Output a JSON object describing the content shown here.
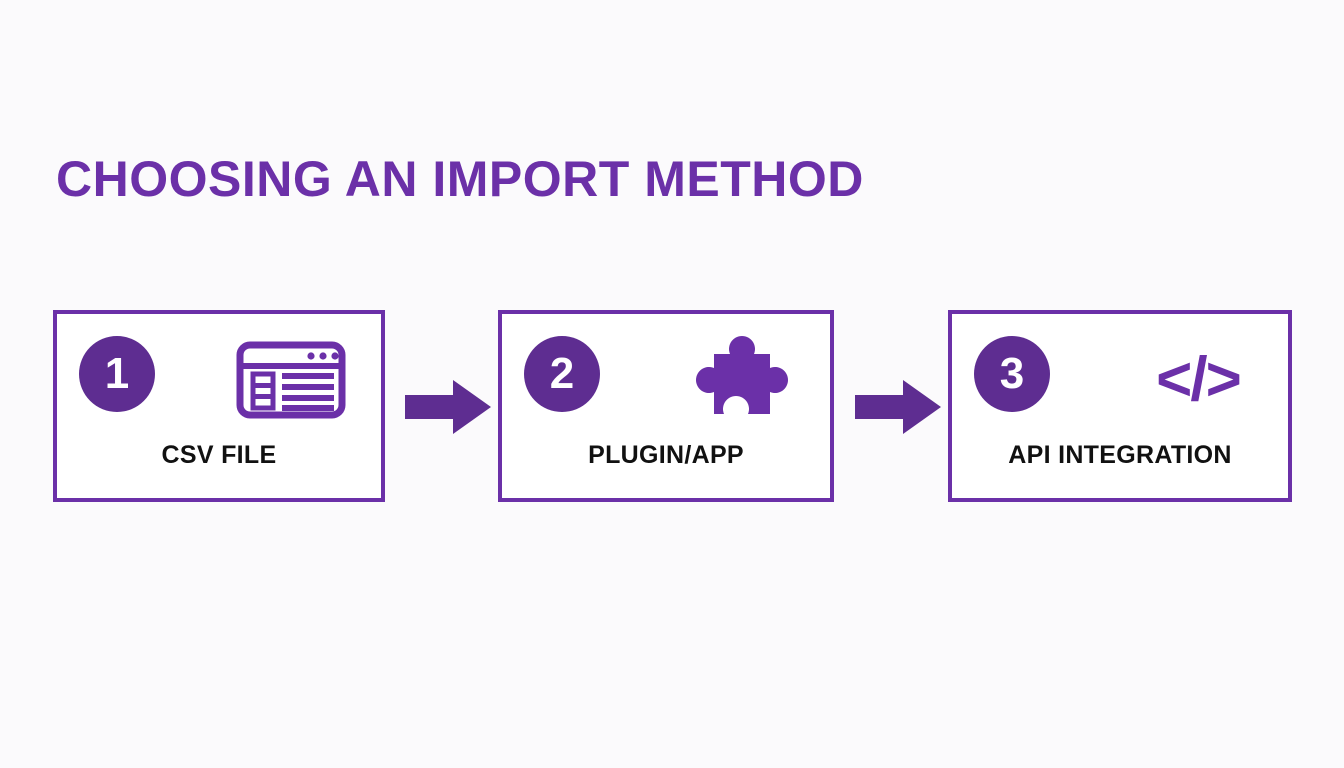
{
  "slide": {
    "title": "CHOOSING AN IMPORT METHOD",
    "background_color": "#fbfafc",
    "accent_color": "#6b30a8",
    "badge_color": "#5e2d91",
    "label_color": "#111111"
  },
  "steps": [
    {
      "number": "1",
      "label": "CSV FILE",
      "icon": "spreadsheet-window-icon"
    },
    {
      "number": "2",
      "label": "PLUGIN/APP",
      "icon": "puzzle-piece-icon"
    },
    {
      "number": "3",
      "label": "API INTEGRATION",
      "icon": "code-brackets-icon",
      "icon_text": "</>"
    }
  ],
  "arrows": [
    {
      "name": "arrow-step1-to-step2",
      "direction": "right"
    },
    {
      "name": "arrow-step2-to-step3",
      "direction": "right"
    }
  ]
}
